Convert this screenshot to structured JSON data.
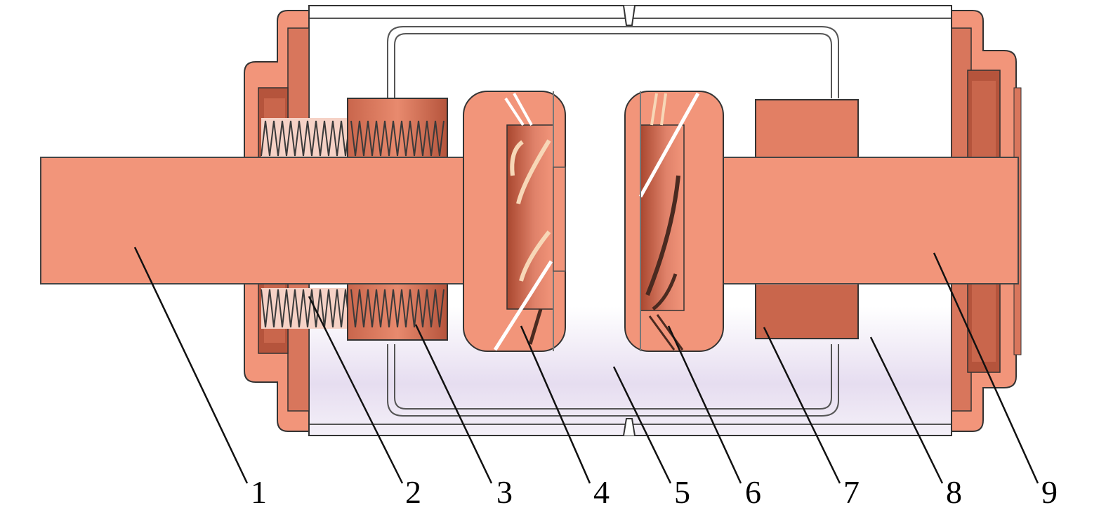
{
  "diagram": {
    "colors": {
      "copper": "#F2957A",
      "copper_dark": "#B5543C",
      "copper_mid": "#D8765C",
      "outline": "#4a4a4a",
      "shield_tint": "#EAE4F2"
    },
    "labels": [
      "1",
      "2",
      "3",
      "4",
      "5",
      "6",
      "7",
      "8",
      "9"
    ],
    "parts": [
      "fixed-conductive-rod",
      "bellows",
      "coil",
      "fixed-contact",
      "arc-chamber",
      "moving-contact",
      "coil",
      "insulating-envelope",
      "moving-conductive-rod"
    ]
  }
}
